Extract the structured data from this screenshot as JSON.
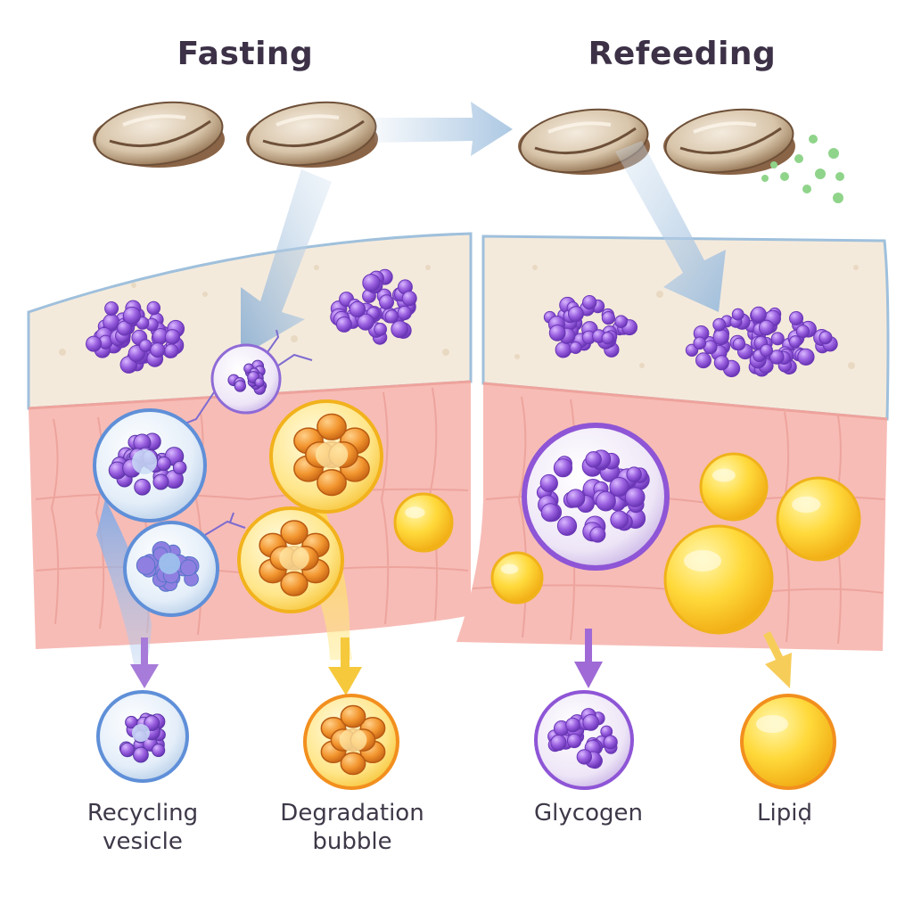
{
  "panels": {
    "left": {
      "title": "Fasting"
    },
    "right": {
      "title": "Refeeding"
    }
  },
  "legend": [
    {
      "label_line1": "Recycling",
      "label_line2": "vesicle",
      "icon": "recycling-vesicle-icon"
    },
    {
      "label_line1": "Degradation",
      "label_line2": "bubble",
      "icon": "degradation-bubble-icon"
    },
    {
      "label_line1": "Glycogen",
      "label_line2": "",
      "icon": "glycogen-granule-icon"
    },
    {
      "label_line1": "Lipiḍ",
      "label_line2": "",
      "icon": "lipid-droplet-icon"
    }
  ],
  "colors": {
    "glycogen": "#8e55d6",
    "lipid": "#f7c81e",
    "degradation": "#f0922c",
    "recycling": "#6f9be0",
    "tissue": "#f6b9b4",
    "stroma": "#f4eadc",
    "arrow": "#a9c6e2"
  }
}
